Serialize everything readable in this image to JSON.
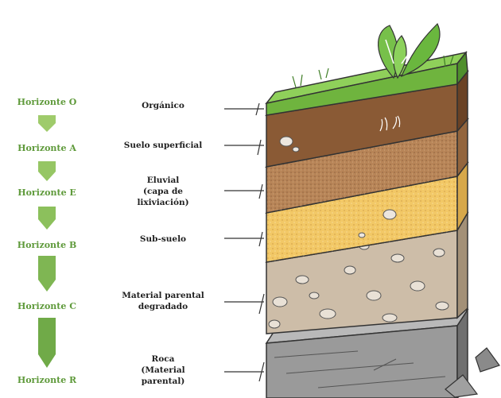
{
  "horizons": [
    {
      "name": "Horizonte O",
      "description": [
        "Orgánico"
      ]
    },
    {
      "name": "Horizonte A",
      "description": [
        "Suelo superficial"
      ]
    },
    {
      "name": "Horizonte E",
      "description": [
        "Eluvial",
        "(capa de",
        "lixiviación)"
      ]
    },
    {
      "name": "Horizonte B",
      "description": [
        "Sub-suelo"
      ]
    },
    {
      "name": "Horizonte C",
      "description": [
        "Material parental",
        "degradado"
      ]
    },
    {
      "name": "Horizonte R",
      "description": [
        "Roca",
        "(Material",
        "parental)"
      ]
    }
  ],
  "colors": {
    "label_green": "#5f9a3b",
    "arrow_green": "#8fc35c",
    "grass": "#7cc04a",
    "organic": "#8a5a35",
    "topsoil": "#a87550",
    "eluvial": "#d7a15c",
    "subsoil": "#f2c866",
    "parent_material": "#cdbda8",
    "bedrock": "#9a9a9a"
  }
}
